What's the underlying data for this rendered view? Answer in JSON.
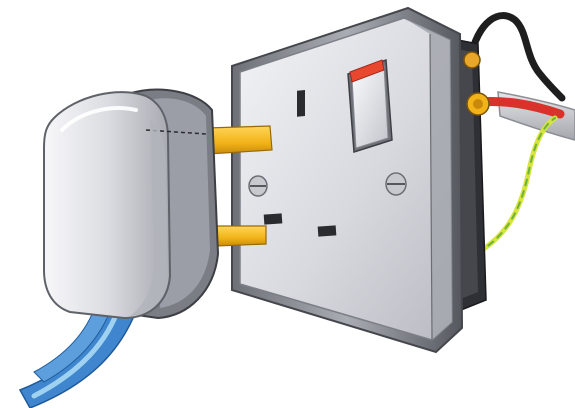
{
  "scene": {
    "colors": {
      "background": "#ffffff",
      "socket_face": "#dcdde3",
      "socket_frame": "#8f9299",
      "socket_dark": "#3a3b40",
      "switch_red": "#e8482e",
      "pin_brass": "#f2b318",
      "plug_body": "#e2e3e8",
      "plug_shadow": "#9b9ea6",
      "cable_blue": "#3f86cf",
      "cable_light_blue": "#9fd2f0",
      "wire_red": "#d8322a",
      "wire_black": "#1e1e1e",
      "wire_green_yellow": "#b5d437",
      "conduit_grey": "#c9cacf"
    },
    "icons": [
      "plug",
      "wall-socket",
      "rocker-switch",
      "wires"
    ]
  }
}
